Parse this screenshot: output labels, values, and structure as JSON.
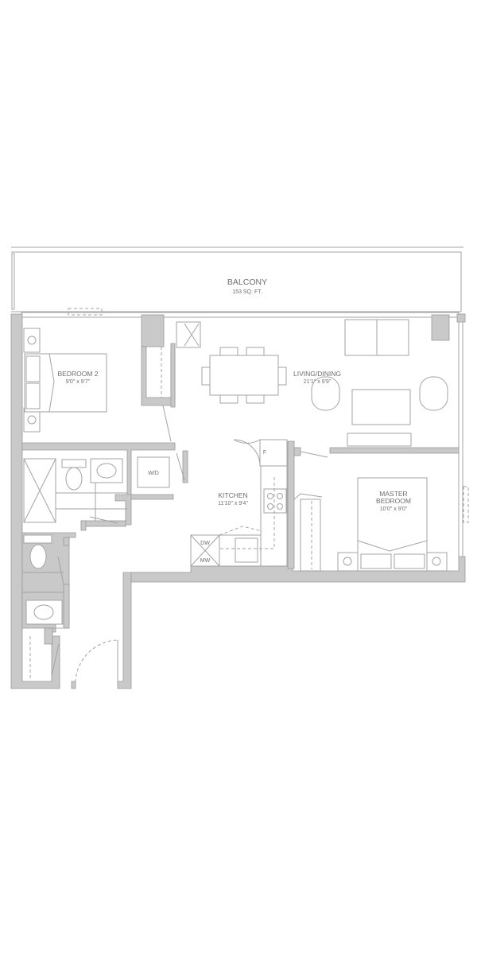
{
  "plan": {
    "rooms": {
      "balcony": {
        "name": "BALCONY",
        "size": "153 SQ. FT."
      },
      "bedroom2": {
        "name": "BEDROOM 2",
        "size": "9'0\" x 9'7\""
      },
      "living": {
        "name": "LIVING/DINING",
        "size": "21'1\" x 9'9\""
      },
      "kitchen": {
        "name": "KITCHEN",
        "size": "11'10\" x 9'4\""
      },
      "master": {
        "name_line1": "MASTER",
        "name_line2": "BEDROOM",
        "size": "10'0\" x 9'0\""
      }
    },
    "fixtures": {
      "washer_dryer": "W/D",
      "fridge": "F",
      "dishwasher": "DW",
      "microwave": "MW"
    },
    "colors": {
      "wall": "#c9c9c9",
      "line": "#a3a3a3",
      "text": "#6e6e6e"
    }
  }
}
